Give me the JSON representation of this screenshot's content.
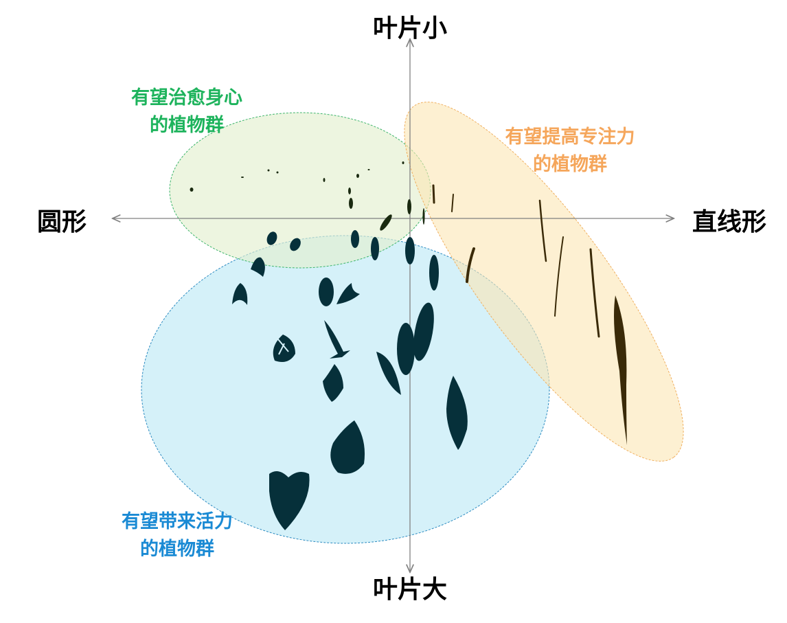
{
  "axes": {
    "top": "叶片小",
    "bottom": "叶片大",
    "left": "圆形",
    "right": "直线形"
  },
  "groups": [
    {
      "id": "healing",
      "line1": "有望治愈身心",
      "line2": "的植物群",
      "color": "#1db35c",
      "fill": "#eef5e0",
      "stroke": "#3cb46a"
    },
    {
      "id": "focus",
      "line1": "有望提高专注力",
      "line2": "的植物群",
      "color": "#f5a65b",
      "fill": "#fdf1d3",
      "stroke": "#f0b060"
    },
    {
      "id": "vitality",
      "line1": "有望带来活力",
      "line2": "的植物群",
      "color": "#1a8ad4",
      "fill": "#d4f0f9",
      "stroke": "#2a8ac0"
    }
  ],
  "colors": {
    "leaf": "#06303a",
    "leaf_thin": "#3a2a08",
    "axis": "#808080"
  }
}
